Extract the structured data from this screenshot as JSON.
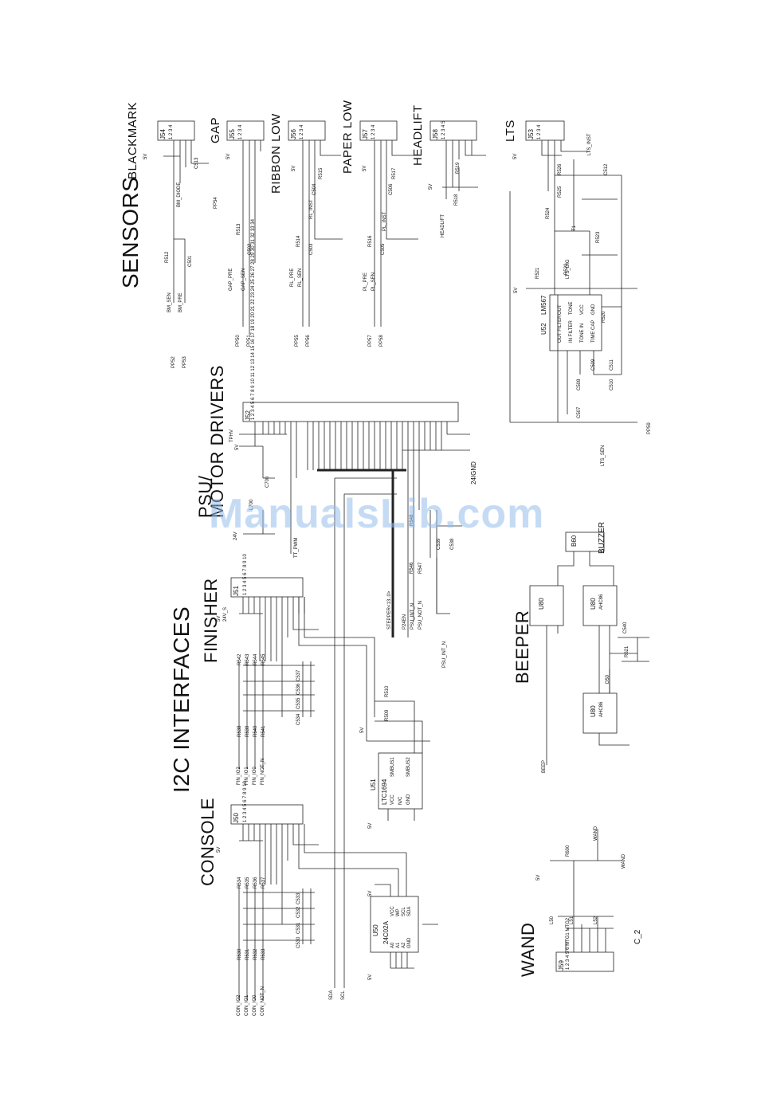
{
  "sections": {
    "sensors": "SENSORS",
    "i2c": "I2C INTERFACES",
    "psu": "PSU/",
    "motor": "MOTOR DRIVERS",
    "finisher": "FINISHER",
    "console": "CONSOLE",
    "beeper": "BEEPER",
    "wand": "WAND",
    "blackmark": "BLACKMARK",
    "gap": "GAP",
    "ribbonlow": "RIBBON LOW",
    "paperlow": "PAPER LOW",
    "headlift": "HEADLIFT",
    "lts": "LTS",
    "buzzer": "BUZZER"
  },
  "connectors": {
    "j54": "J54",
    "j55": "J55",
    "j56": "J56",
    "j57": "J57",
    "j58": "J58",
    "j53": "J53",
    "j52": "J52",
    "j51": "J51",
    "j50": "J50",
    "j59": "J59",
    "b60": "B60"
  },
  "ics": {
    "u52": "U52",
    "lm567": "LM567",
    "u51": "U51",
    "ltc1694": "LTC1694",
    "u50": "U50",
    "c24c02a": "24C02A",
    "u80": "U80",
    "ahc86": "AHC86",
    "t1": "T1"
  },
  "pins_sensor": [
    "1",
    "2",
    "3",
    "4"
  ],
  "pins_j58": [
    "1",
    "2",
    "3",
    "4",
    "5"
  ],
  "pins_10": [
    "1",
    "2",
    "3",
    "4",
    "5",
    "6",
    "7",
    "8",
    "9",
    "10"
  ],
  "pins_j52": [
    "1",
    "2",
    "3",
    "4",
    "5",
    "6",
    "7",
    "8",
    "9",
    "10",
    "11",
    "12",
    "13",
    "14",
    "15",
    "16",
    "17",
    "18",
    "19",
    "20",
    "21",
    "22",
    "23",
    "24",
    "25",
    "26",
    "27",
    "28",
    "29",
    "30",
    "31",
    "32",
    "33",
    "34"
  ],
  "pins_j59": [
    "1",
    "2",
    "3",
    "4",
    "5",
    "6",
    "MTG1",
    "MTG2"
  ],
  "power": {
    "v5": "5V",
    "v24": "24V_S",
    "v24b": "24V",
    "ignd": "24IGND",
    "tphv": "TPHV"
  },
  "nets": {
    "bm_diode": "BM_DIODE",
    "bm_sen": "BM_SEN",
    "bm_pre": "BM_PRE",
    "gap_pre": "GAP_PRE",
    "gap_sen": "GAP_SEN",
    "rl_pre": "RL_PRE",
    "rl_sen": "RL_SEN",
    "rl_inst": "RL_INST",
    "pl_pre": "PL_PRE",
    "pl_sen": "PL_SEN",
    "pl_inst": "PL_INST",
    "headlift": "HEADLIFT",
    "lts_inst": "LTS_INST",
    "lts_dig": "LTS_DIG",
    "lts_sen": "LTS_SEN",
    "tt_pwm": "TT_PWM",
    "stepper": "STEPPER<13..0>",
    "p24en": "P24EN",
    "psu_int_n": "PSU_INT_N",
    "psu_not_n": "PSU_NOT_N",
    "sda": "SDA",
    "scl": "SCL",
    "beep": "BEEP",
    "wand": "WAND",
    "c2": "C_2",
    "fin_io2": "FIN_IO2",
    "fin_io1": "FIN_IO1",
    "fin_io0": "FIN_IO0",
    "fin_not_n": "FIN_NOT_N",
    "con_io2": "CON_IO2",
    "con_io1": "CON_IO1",
    "con_io0": "CON_IO0",
    "con_not_n": "CON_NOT_N"
  },
  "testpoints": {
    "pp52": "PP52",
    "pp53": "PP53",
    "pp54": "PP54",
    "pp50": "PP50",
    "pp51": "PP51",
    "pp55": "PP55",
    "pp56": "PP56",
    "pp57": "PP57",
    "pp58": "PP58",
    "pp59": "PP59"
  },
  "components": {
    "r512": "R512",
    "c501": "C501",
    "c513": "C513",
    "r513": "R513",
    "c502": "C502",
    "r514": "R514",
    "c503": "C503",
    "r515": "R515",
    "c504": "C504",
    "r516": "R516",
    "c505": "C505",
    "r517": "R517",
    "c506": "C506",
    "r518": "R518",
    "r519": "R519",
    "r520": "R520",
    "r521": "R521",
    "r522": "R522",
    "r523": "R523",
    "r524": "R524",
    "r525": "R525",
    "r526": "R526",
    "c507": "C507",
    "c508": "C508",
    "c509": "C509",
    "c510": "C510",
    "c511": "C511",
    "c512": "C512",
    "c700": "C700",
    "l700": "L700",
    "r546": "R546",
    "r547": "R547",
    "r548": "R548",
    "c538": "C538",
    "c539": "C539",
    "r542": "R542",
    "r543": "R543",
    "r544": "R544",
    "r545": "R545",
    "r538": "R538",
    "r539": "R539",
    "r540": "R540",
    "r541": "R541",
    "c534": "C534",
    "c535": "C535",
    "c536": "C536",
    "c537": "C537",
    "r509": "R509",
    "r510": "R510",
    "r534": "R534",
    "r535": "R535",
    "r536": "R536",
    "r537": "R537",
    "r530": "R530",
    "r531": "R531",
    "r532": "R532",
    "r533": "R533",
    "c530": "C530",
    "c531": "C531",
    "c532": "C532",
    "c533": "C533",
    "r621": "R621",
    "c540": "C540",
    "d50": "D50",
    "r600": "R600",
    "l50": "L50",
    "l51": "L51",
    "l52": "L52"
  },
  "ic_pins": {
    "u51_vcc": "VCC",
    "u51_nc": "N/C",
    "u51_gnd": "GND",
    "u51_sm1": "SMBUS1",
    "u51_sm2": "SMBUS2",
    "u50_a0": "A0",
    "u50_a1": "A1",
    "u50_a2": "A2",
    "u50_gnd": "GND",
    "u50_vcc": "VCC",
    "u50_wp": "WP",
    "u50_scl": "SCL",
    "u50_sda": "SDA",
    "u52_out": "OUT",
    "u52_ofilter": "OUT FILTER",
    "u52_ifilter": "IN FILTER",
    "u52_tonein": "TONE IN",
    "u52_tone": "TONE",
    "u52_vcc": "VCC",
    "u52_timecap": "TIME CAP",
    "u52_gnd": "GND"
  },
  "watermark": "ManualsLib.com"
}
